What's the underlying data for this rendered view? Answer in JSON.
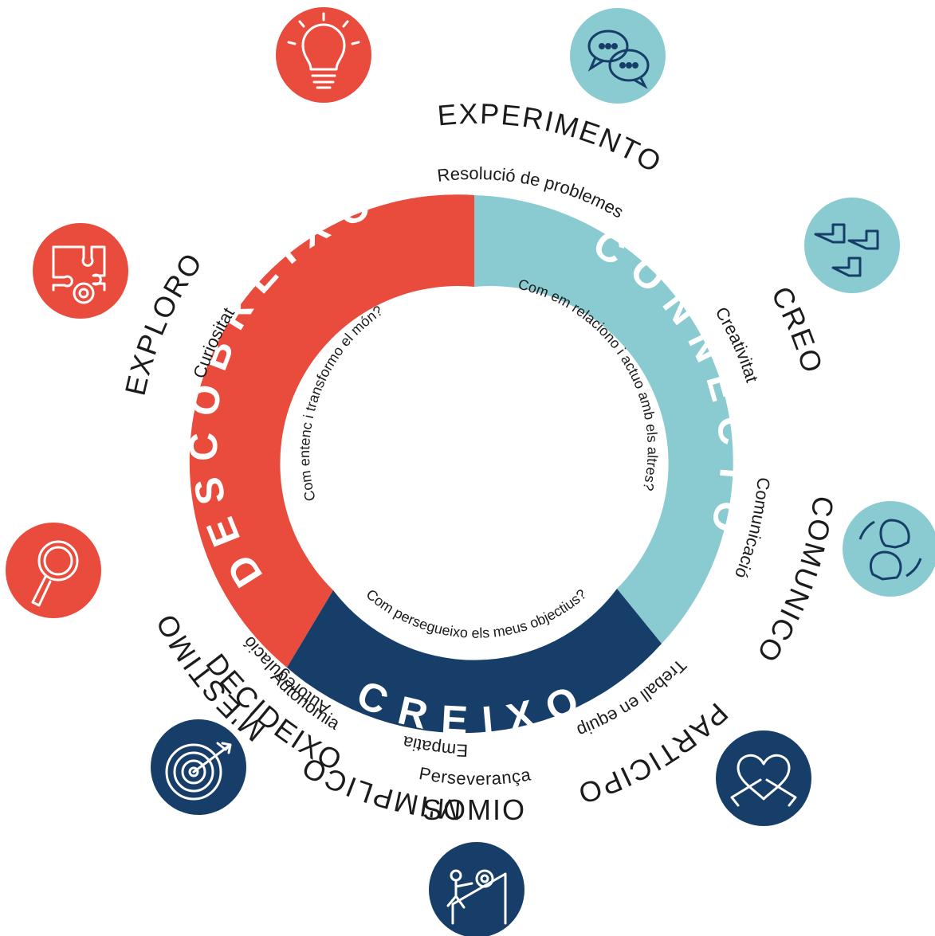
{
  "segments": {
    "descobreixo": {
      "label": "DESCOBREIXO",
      "color": "#E94B3C"
    },
    "connecto": {
      "label": "CONNECTO",
      "color": "#8ACAD1"
    },
    "creixo": {
      "label": "CREIXO",
      "color": "#163E69"
    }
  },
  "questions": {
    "left": "Com entenc i transformo el món?",
    "right": "Com em relaciono i actuo amb els altres?",
    "bottom": "Com persegueixo els meus objectius?"
  },
  "skills": {
    "creativitat": "Creativitat",
    "comunicacio": "Comunicació",
    "treball": "Treball en equip",
    "empatia": "Empatia",
    "autoregulacio": "Autoregulació",
    "perseveranca": "Perseverança",
    "autonomia": "Autonomia",
    "curiositat": "Curiositat",
    "resolucio": "Resolució de problemes"
  },
  "verbs": {
    "creo": "CREO",
    "comunico": "COMUNICO",
    "participo": "PARTICIPO",
    "mimplico": "M'IMPLICO",
    "mestimo": "M'ESTIMO",
    "somio": "SOMIO",
    "decideixo": "DECIDEIXO",
    "exploro": "EXPLORO",
    "experimento": "EXPERIMENTO"
  },
  "icons": {
    "creo": {
      "name": "lightbulb-icon",
      "color": "#E94B3C"
    },
    "comunico": {
      "name": "chat-bubbles-icon",
      "color": "#8ACAD1"
    },
    "participo": {
      "name": "raised-hands-icon",
      "color": "#8ACAD1"
    },
    "mimplico": {
      "name": "heads-exchange-icon",
      "color": "#8ACAD1"
    },
    "mestimo": {
      "name": "self-hug-icon",
      "color": "#163E69"
    },
    "somio": {
      "name": "climbing-goal-icon",
      "color": "#163E69"
    },
    "decideixo": {
      "name": "target-arrow-icon",
      "color": "#163E69"
    },
    "exploro": {
      "name": "magnifier-icon",
      "color": "#E94B3C"
    },
    "experimento": {
      "name": "puzzle-gear-icon",
      "color": "#E94B3C"
    }
  }
}
